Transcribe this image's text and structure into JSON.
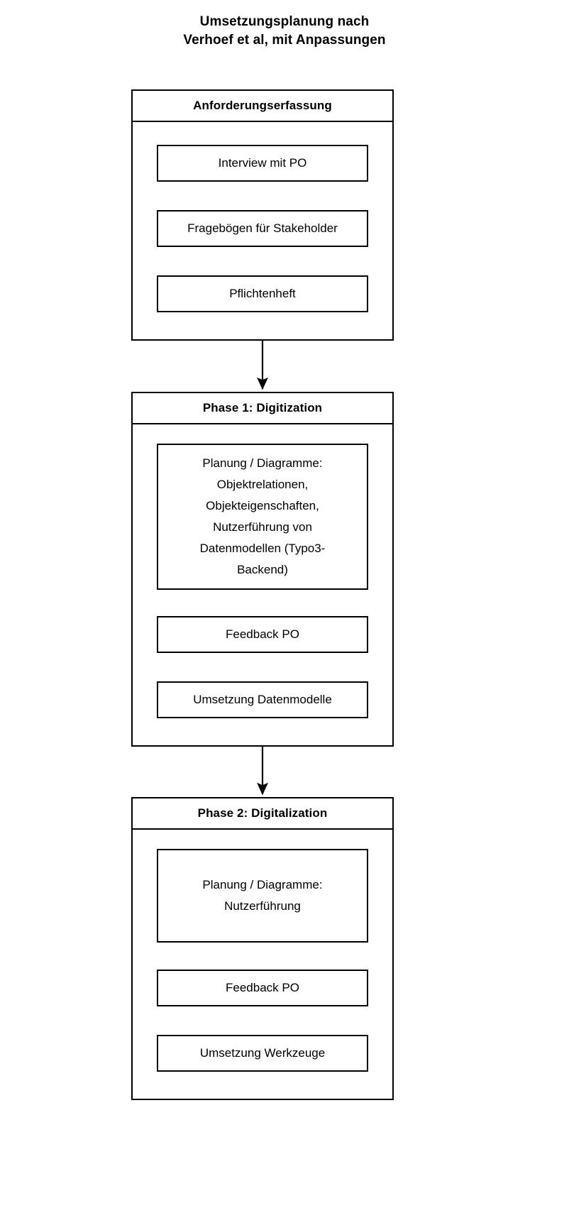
{
  "title": {
    "line1": "Umsetzungsplanung nach",
    "line2": "Verhoef et al, mit Anpassungen"
  },
  "phases": [
    {
      "id": "anforderungserfassung",
      "header": "Anforderungserfassung",
      "nodes": [
        {
          "id": "interview-mit-po",
          "label": "Interview mit PO"
        },
        {
          "id": "frageboegen-fuer-stakeholder",
          "label": "Fragebögen für Stakeholder"
        },
        {
          "id": "pflichtenheft",
          "label": "Pflichtenheft"
        }
      ]
    },
    {
      "id": "phase-1-digitization",
      "header": "Phase 1: Digitization",
      "nodes": [
        {
          "id": "planung-diagramme-datenmodelle",
          "label": "Planung / Diagramme:\nObjektrelationen,\nObjekteigenschaften,\nNutzerführung von\nDatenmodellen (Typo3-\nBackend)"
        },
        {
          "id": "feedback-po-1",
          "label": "Feedback PO"
        },
        {
          "id": "umsetzung-datenmodelle",
          "label": "Umsetzung Datenmodelle"
        }
      ]
    },
    {
      "id": "phase-2-digitalization",
      "header": "Phase 2: Digitalization",
      "nodes": [
        {
          "id": "planung-diagramme-nutzerfuehrung",
          "label": "Planung / Diagramme:\nNutzerführung"
        },
        {
          "id": "feedback-po-2",
          "label": "Feedback PO"
        },
        {
          "id": "umsetzung-werkzeuge",
          "label": "Umsetzung Werkzeuge"
        }
      ]
    }
  ],
  "colors": {
    "stroke": "#000000",
    "background": "#ffffff",
    "text": "#000000"
  },
  "flow": {
    "direction": "top-to-bottom",
    "edges": [
      {
        "from": "interview-mit-po",
        "to": "frageboegen-fuer-stakeholder",
        "type": "arrow"
      },
      {
        "from": "frageboegen-fuer-stakeholder",
        "to": "pflichtenheft",
        "type": "arrow"
      },
      {
        "from": "anforderungserfassung",
        "to": "phase-1-digitization",
        "type": "arrow"
      },
      {
        "from": "planung-diagramme-datenmodelle",
        "to": "feedback-po-1",
        "type": "arrow"
      },
      {
        "from": "feedback-po-1",
        "to": "planung-diagramme-datenmodelle",
        "type": "arrow"
      },
      {
        "from": "feedback-po-1",
        "to": "umsetzung-datenmodelle",
        "type": "arrow"
      },
      {
        "from": "phase-1-digitization",
        "to": "phase-2-digitalization",
        "type": "arrow"
      },
      {
        "from": "planung-diagramme-nutzerfuehrung",
        "to": "feedback-po-2",
        "type": "arrow"
      },
      {
        "from": "feedback-po-2",
        "to": "planung-diagramme-nutzerfuehrung",
        "type": "arrow"
      },
      {
        "from": "feedback-po-2",
        "to": "umsetzung-werkzeuge",
        "type": "arrow"
      }
    ]
  }
}
